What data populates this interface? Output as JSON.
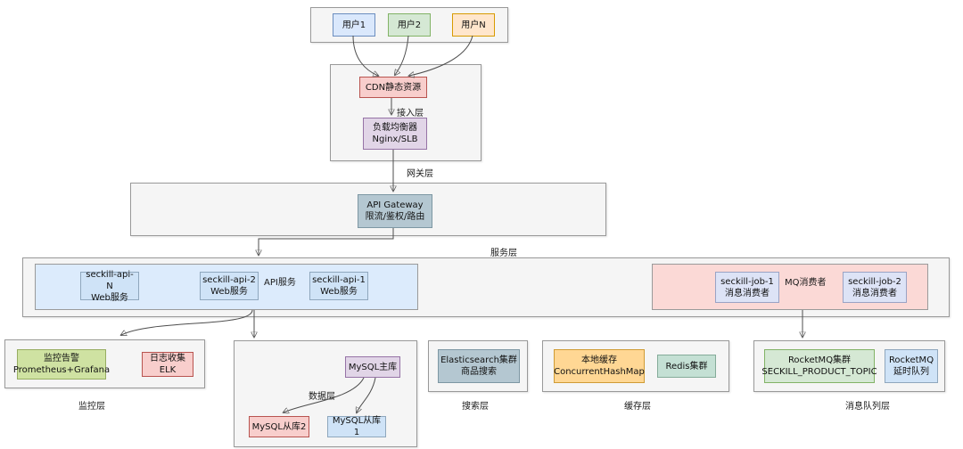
{
  "users": {
    "items": [
      {
        "label": "用户1"
      },
      {
        "label": "用户2"
      },
      {
        "label": "用户N"
      }
    ]
  },
  "access_layer": {
    "cdn": "CDN静态资源",
    "label": "接入层",
    "load_balancer_line1": "负载均衡器",
    "load_balancer_line2": "Nginx/SLB"
  },
  "gateway_layer": {
    "label": "网关层",
    "api_gateway_line1": "API Gateway",
    "api_gateway_line2": "限流/鉴权/路由"
  },
  "service_layer": {
    "label": "服务层",
    "api_group_label": "API服务",
    "api_nodes": [
      {
        "line1": "seckill-api-N",
        "line2": "Web服务"
      },
      {
        "line1": "seckill-api-2",
        "line2": "Web服务"
      },
      {
        "line1": "seckill-api-1",
        "line2": "Web服务"
      }
    ],
    "mq_group_label": "MQ消费者",
    "job_nodes": [
      {
        "line1": "seckill-job-1",
        "line2": "消息消费者"
      },
      {
        "line1": "seckill-job-2",
        "line2": "消息消费者"
      }
    ]
  },
  "monitoring_layer": {
    "label": "监控层",
    "alert_line1": "监控告警",
    "alert_line2": "Prometheus+Grafana",
    "log_line1": "日志收集",
    "log_line2": "ELK"
  },
  "data_layer": {
    "label": "数据层",
    "master": "MySQL主库",
    "slave2": "MySQL从库2",
    "slave1": "MySQL从库1"
  },
  "search_layer": {
    "label": "搜索层",
    "es_line1": "Elasticsearch集群",
    "es_line2": "商品搜索"
  },
  "cache_layer": {
    "label": "缓存层",
    "local_line1": "本地缓存",
    "local_line2": "ConcurrentHashMap",
    "redis": "Redis集群"
  },
  "mq_layer": {
    "label": "消息队列层",
    "rocketmq_line1": "RocketMQ集群",
    "rocketmq_line2": "SECKILL_PRODUCT_TOPIC",
    "delay_line1": "RocketMQ",
    "delay_line2": "延时队列"
  },
  "palette": {
    "user_blue": "#dae8fc",
    "user_green": "#d5e8d4",
    "user_orange": "#ffe6cc",
    "cdn_pink": "#f8cecc",
    "lb_purple": "#e1d5e7",
    "gateway_grayblue": "#b4c7d1",
    "api_container_blue": "#dcebfc",
    "mq_container_pink": "#fbd9d6",
    "job_lavender": "#dde3f6",
    "monitor_green": "#cfe2a2",
    "cache_orange": "#ffd794",
    "redis_teal": "#c4e0d4",
    "container_gray": "#f5f5f5",
    "arrow": "#4d4d4d"
  }
}
